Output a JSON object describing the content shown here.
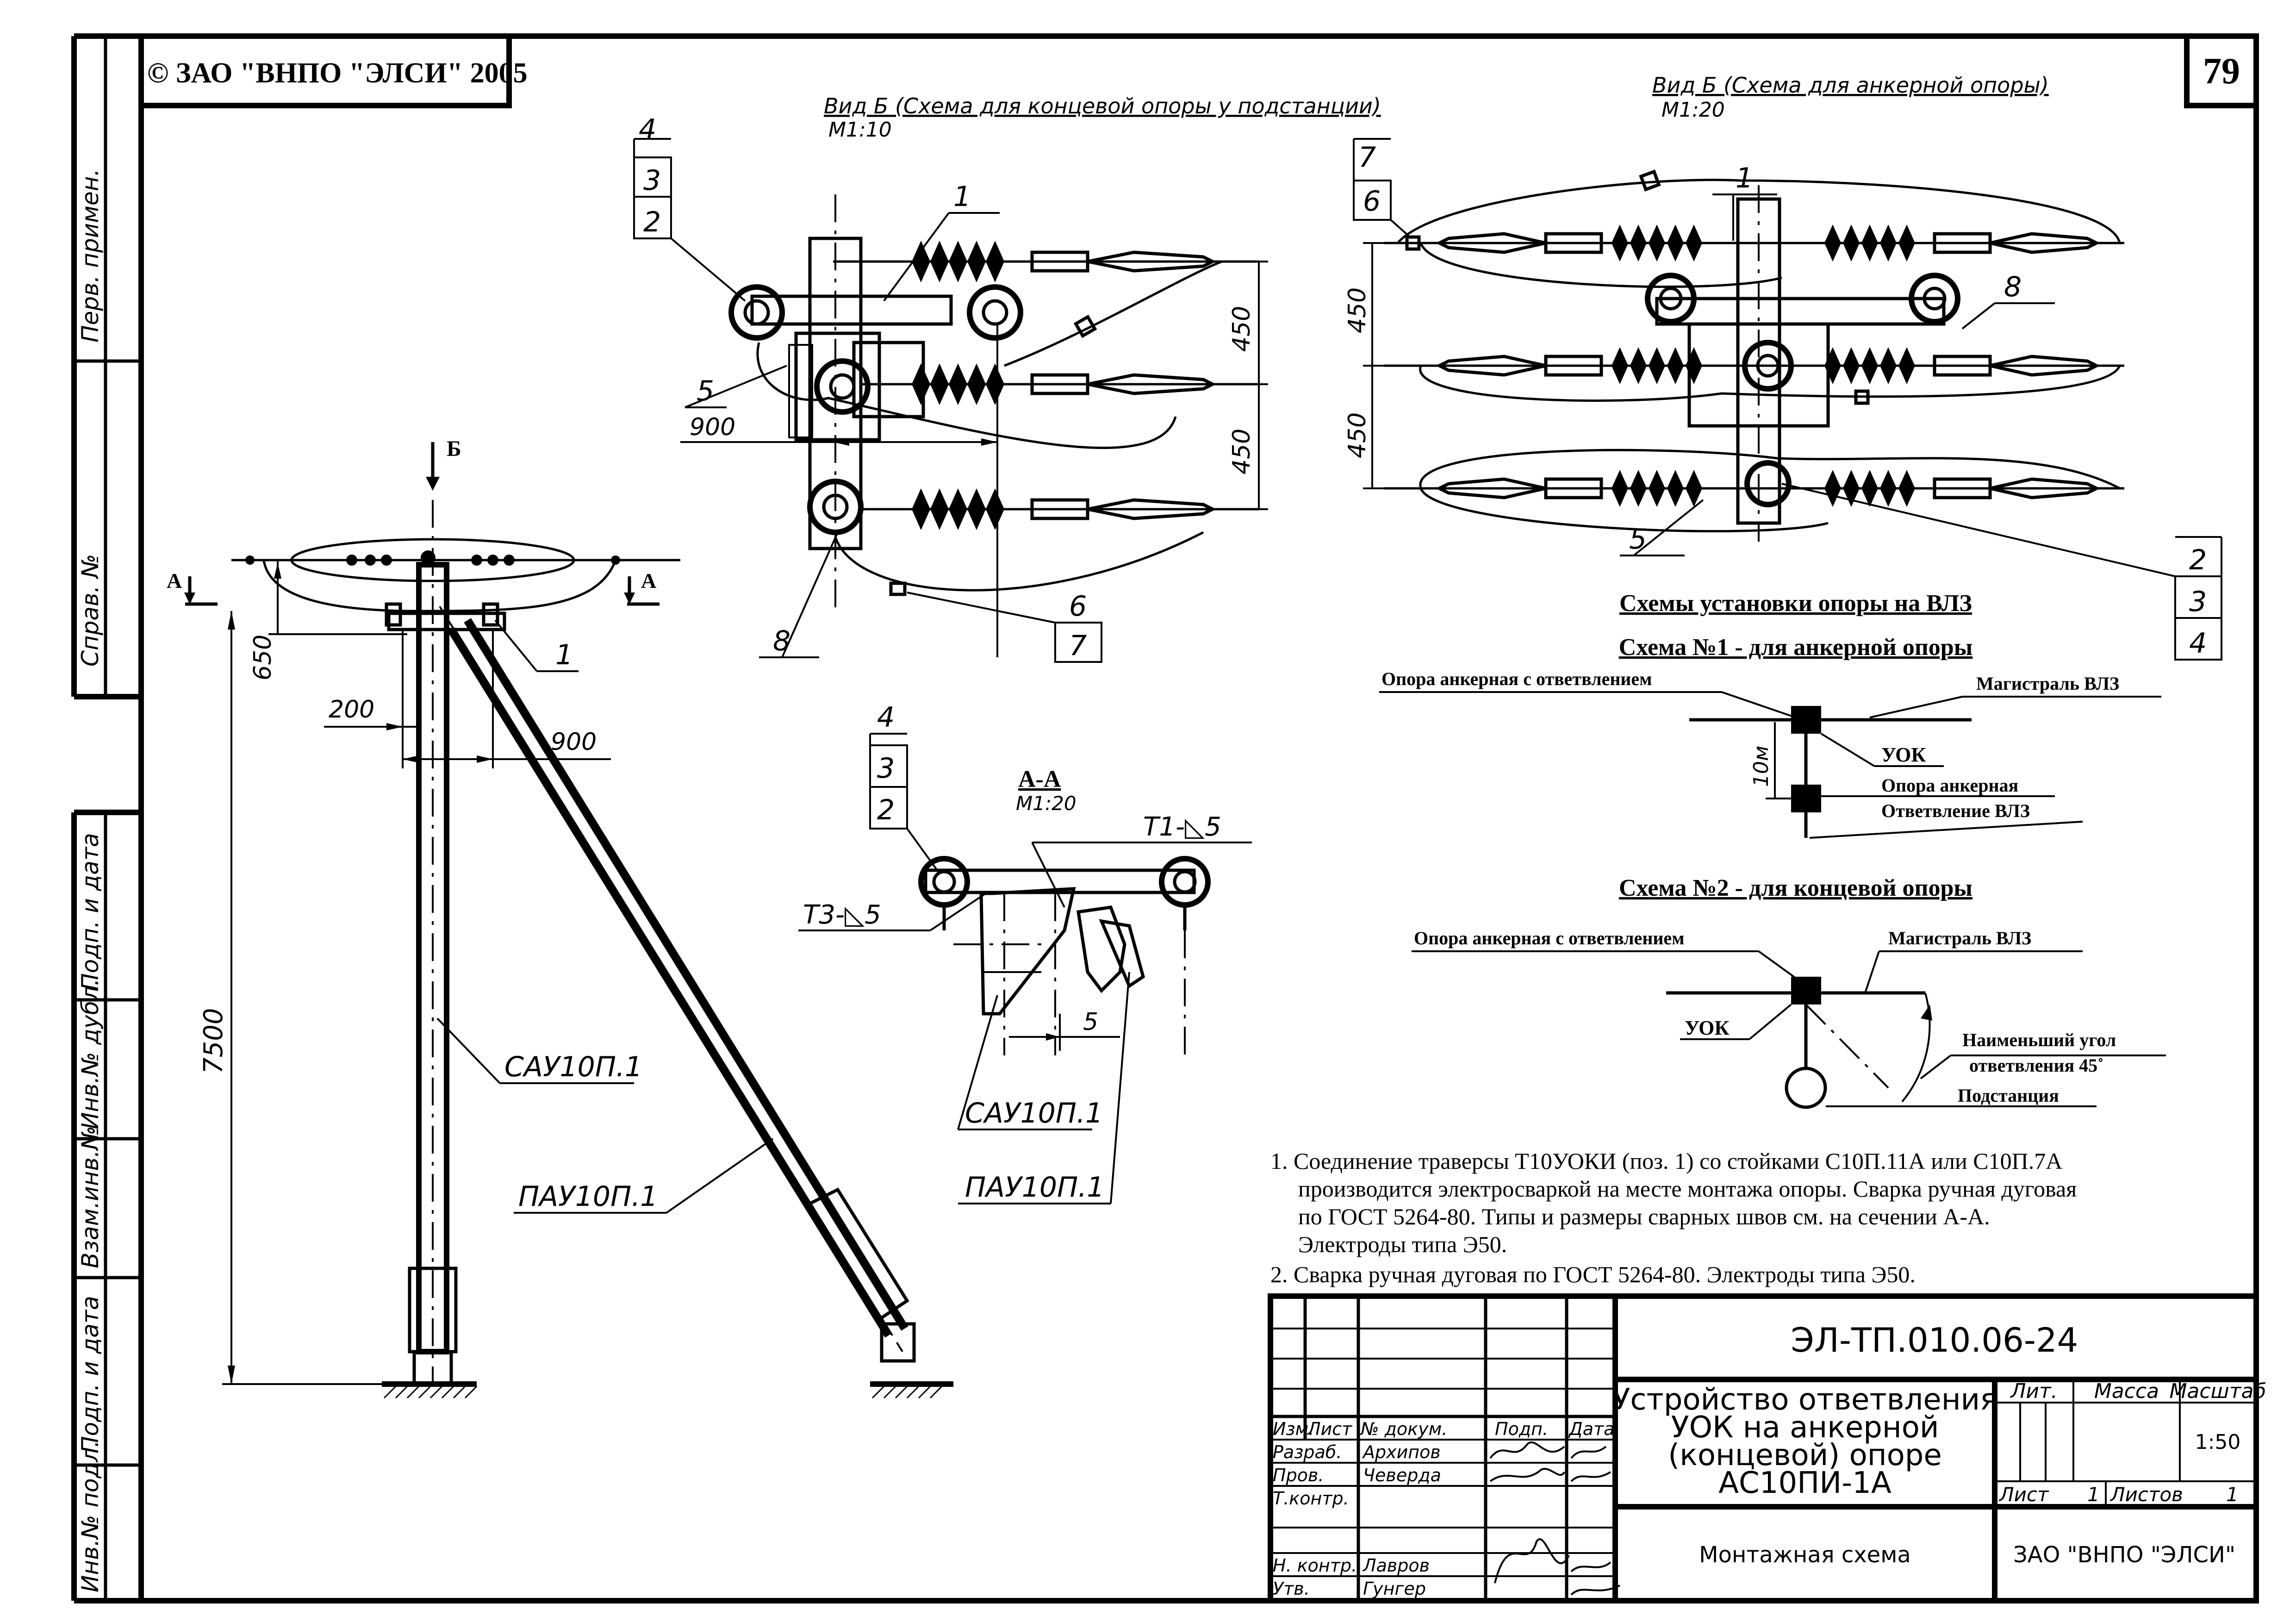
{
  "sheet": {
    "number": "79",
    "copyright": "© ЗАО \"ВНПО \"ЭЛСИ\" 2005"
  },
  "side_stamps": [
    "Перв. примен.",
    "Справ. №",
    "Подп. и дата",
    "Инв.№ дубл.",
    "Взам.инв.№",
    "Подп. и дата",
    "Инв.№ подл."
  ],
  "view_b1": {
    "title": "Вид Б (Схема для концевой опоры у подстанции)",
    "scale": "М1:10",
    "dims": [
      "450",
      "450",
      "900"
    ],
    "leaders": [
      "4",
      "3",
      "2",
      "1",
      "5",
      "8",
      "6",
      "7"
    ]
  },
  "view_b2": {
    "title": "Вид Б (Схема для анкерной опоры)",
    "scale": "М1:20",
    "dims": [
      "450",
      "450"
    ],
    "leaders": [
      "7",
      "6",
      "1",
      "8",
      "5",
      "2",
      "3",
      "4"
    ]
  },
  "elevation": {
    "view_marker": "Б",
    "section_marker": "А",
    "dims": [
      "650",
      "200",
      "900",
      "7500"
    ],
    "pos1": "1",
    "post_label": "САУ10П.1",
    "brace_label": "ПАУ10П.1"
  },
  "section_aa": {
    "title": "А-А",
    "scale": "М1:20",
    "leaders": [
      "4",
      "3",
      "2"
    ],
    "weld_left": "Т3-◺5",
    "weld_right": "Т1-◺5",
    "dim": "5",
    "post_label": "САУ10П.1",
    "brace_label": "ПАУ10П.1"
  },
  "schemes": {
    "header": "Схемы установки опоры на ВЛЗ",
    "scheme1": {
      "title": "Схема №1 - для анкерной опоры",
      "label_left": "Опора анкерная с ответвлением",
      "label_right": "Магистраль ВЛЗ",
      "dist": "10м",
      "uok": "УОК",
      "anchor": "Опора анкерная",
      "branch": "Ответвление ВЛЗ"
    },
    "scheme2": {
      "title": "Схема №2 - для концевой опоры",
      "label_left": "Опора анкерная с ответвлением",
      "label_right": "Магистраль ВЛЗ",
      "uok": "УОК",
      "angle_line1": "Наименьший угол",
      "angle_line2": "ответвления 45˚",
      "substation": "Подстанция"
    }
  },
  "notes": [
    "1. Соединение траверсы Т10УОКИ (поз. 1) со стойками С10П.11А или С10П.7А",
    "производится электросваркой на месте монтажа опоры. Сварка ручная дуговая",
    "по ГОСТ 5264-80.  Типы и размеры сварных швов см. на сечении А-А.",
    "Электроды типа Э50.",
    "2. Сварка ручная дуговая по ГОСТ 5264-80. Электроды типа Э50."
  ],
  "title_block": {
    "doc_code": "ЭЛ-ТП.010.06-24",
    "title_lines": [
      "Устройство ответвления",
      "УОК на анкерной",
      "(концевой) опоре",
      "АС10ПИ-1А"
    ],
    "subtitle": "Монтажная схема",
    "company": "ЗАО \"ВНПО \"ЭЛСИ\"",
    "headers": {
      "izm": "Изм.",
      "list": "Лист",
      "doc": "№ докум.",
      "sign": "Подп.",
      "date": "Дата"
    },
    "lit": "Лит.",
    "mass": "Масса",
    "scale_h": "Масштаб",
    "scale": "1:50",
    "sheet_label": "Лист",
    "sheet_no": "1",
    "sheets_label": "Листов",
    "sheets_total": "1",
    "roles": [
      "Разраб.",
      "Пров.",
      "Т.контр.",
      "",
      "Н. контр.",
      "Утв."
    ],
    "names": [
      "Архипов",
      "Чеверда",
      "",
      "",
      "Лавров",
      "Гунгер"
    ]
  }
}
